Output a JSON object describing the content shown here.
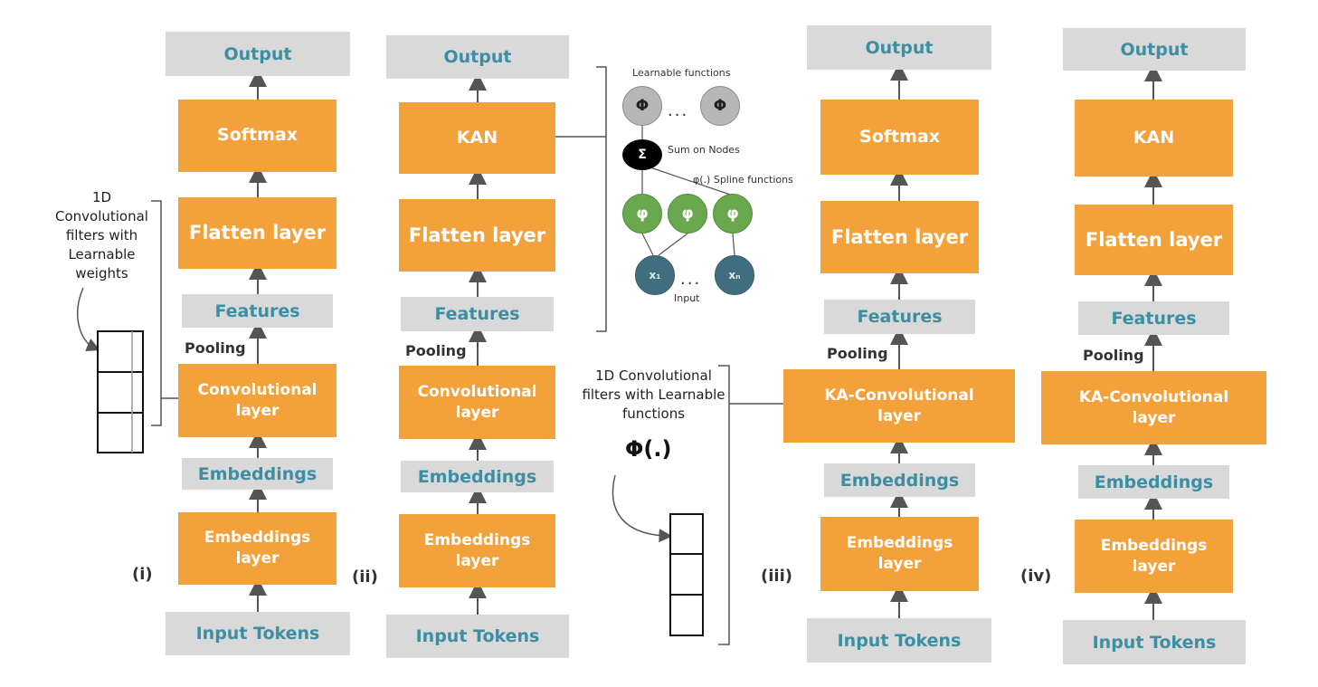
{
  "columns": [
    {
      "marker": "(i)",
      "output": "Output",
      "head": "Softmax",
      "flatten": "Flatten layer",
      "features": "Features",
      "pooling": "Pooling",
      "conv": "Convolutional layer",
      "embeddings": "Embeddings",
      "emb_layer": "Embeddings layer",
      "input": "Input Tokens"
    },
    {
      "marker": "(ii)",
      "output": "Output",
      "head": "KAN",
      "flatten": "Flatten layer",
      "features": "Features",
      "pooling": "Pooling",
      "conv": "Convolutional layer",
      "embeddings": "Embeddings",
      "emb_layer": "Embeddings layer",
      "input": "Input Tokens"
    },
    {
      "marker": "(iii)",
      "output": "Output",
      "head": "Softmax",
      "flatten": "Flatten layer",
      "features": "Features",
      "pooling": "Pooling",
      "conv": "KA-Convolutional layer",
      "embeddings": "Embeddings",
      "emb_layer": "Embeddings layer",
      "input": "Input Tokens"
    },
    {
      "marker": "(iv)",
      "output": "Output",
      "head": "KAN",
      "flatten": "Flatten layer",
      "features": "Features",
      "pooling": "Pooling",
      "conv": "KA-Convolutional layer",
      "embeddings": "Embeddings",
      "emb_layer": "Embeddings layer",
      "input": "Input Tokens"
    }
  ],
  "annotations": {
    "conv_filters_weights": "1D Convolutional filters with Learnable weights",
    "conv_filters_functions": "1D Convolutional filters with Learnable functions",
    "phi_func": "Φ(.)"
  },
  "kan_inset": {
    "learnable_functions": "Learnable functions",
    "phi_symbol": "Φ",
    "dots": "...",
    "sum_symbol": "Σ",
    "sum_label": "Sum on Nodes",
    "spline_label": "φ(.) Spline functions",
    "spline_symbol": "φ",
    "input_x1": "x₁",
    "input_xn": "xₙ",
    "input_label": "Input"
  },
  "colors": {
    "orange": "#f2a13b",
    "gray": "#d9d9d9",
    "teal_text": "#3d8ea3",
    "green_node": "#6aa84f",
    "teal_node": "#3f6f7e"
  }
}
